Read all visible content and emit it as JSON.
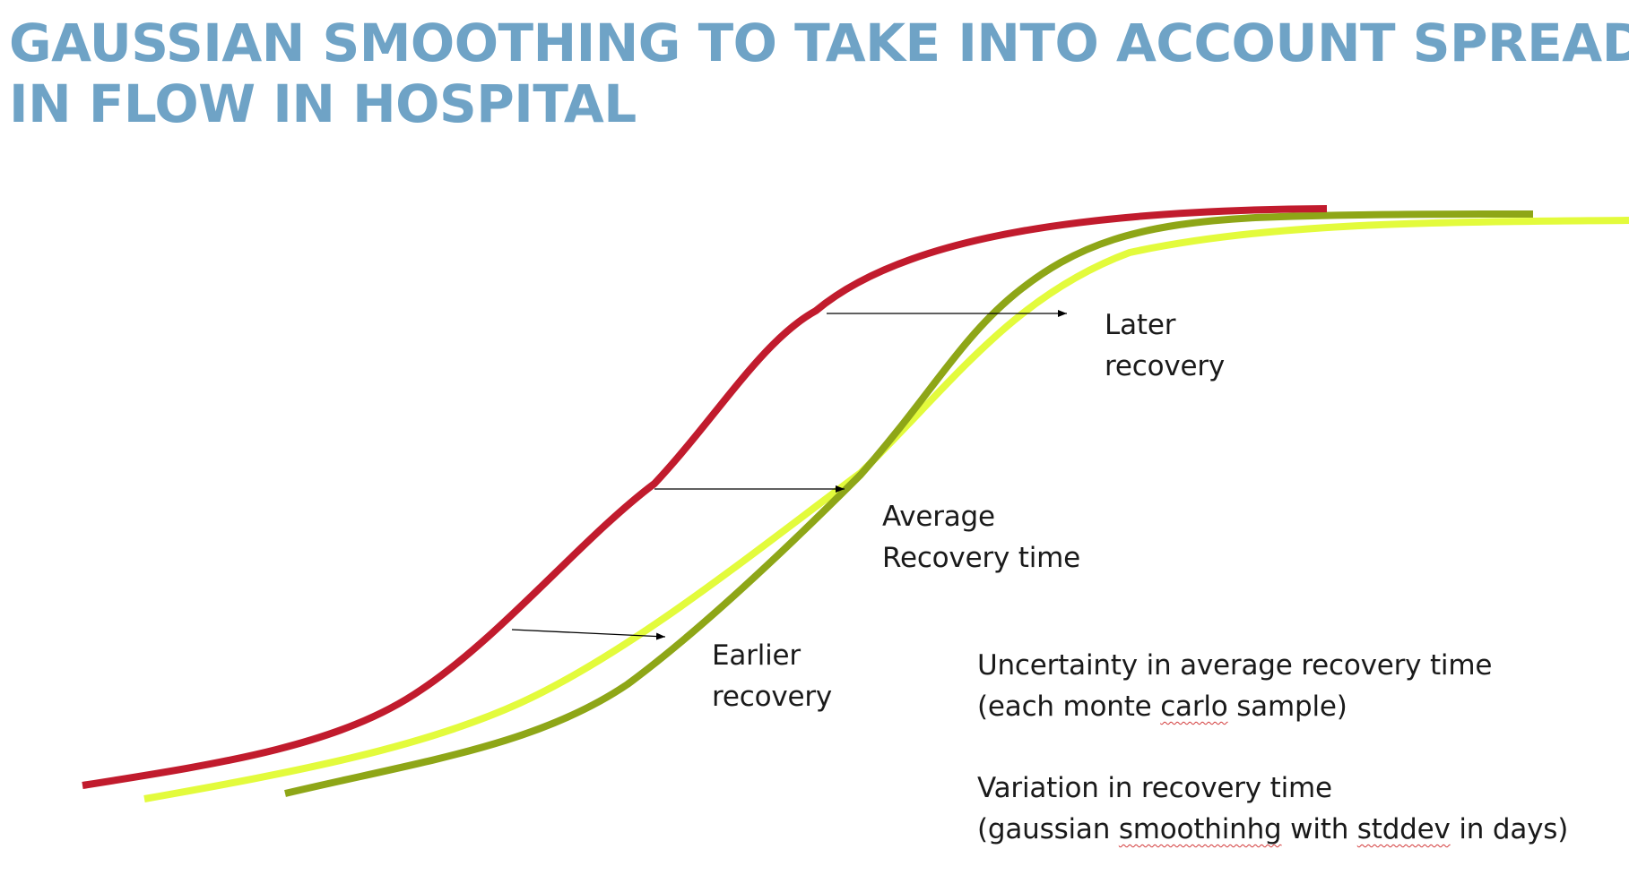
{
  "title": {
    "line1": "GAUSSIAN SMOOTHING TO TAKE INTO ACCOUNT SPREAD",
    "line2": "IN FLOW IN HOSPITAL"
  },
  "curves": [
    {
      "name": "red-curve",
      "color": "#c11b2d"
    },
    {
      "name": "light-yellow-curve",
      "color": "#e3fb3c"
    },
    {
      "name": "olive-green-curve",
      "color": "#8ea617"
    }
  ],
  "labels": {
    "later": {
      "line1": "Later",
      "line2": "recovery"
    },
    "average": {
      "line1": "Average",
      "line2": "Recovery time"
    },
    "earlier": {
      "line1": "Earlier",
      "line2": "recovery"
    }
  },
  "notes": {
    "uncertainty": {
      "line1": "Uncertainty in average recovery time",
      "line2_pre": "(each monte ",
      "line2_word": "carlo",
      "line2_post": " sample)"
    },
    "variation": {
      "line1": "Variation in recovery time",
      "line2_pre": "(gaussian ",
      "line2_word1": "smoothinhg",
      "line2_mid": " with ",
      "line2_word2": "stddev",
      "line2_post": " in days)"
    }
  }
}
